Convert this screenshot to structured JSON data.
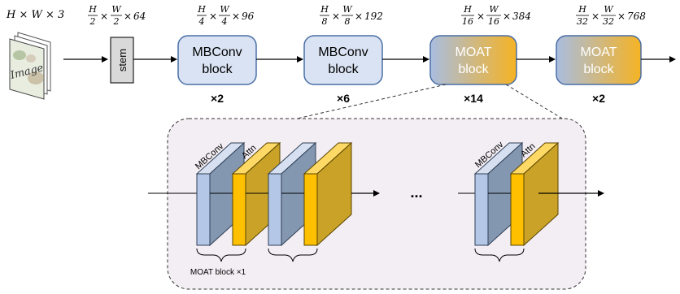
{
  "input": {
    "dims": "H × W × 3",
    "image_label": "Image"
  },
  "stages": [
    {
      "id": "stem",
      "label": "stem",
      "repeat": "",
      "dim": {
        "h": "H",
        "hden": "2",
        "w": "W",
        "wden": "2",
        "c": "64"
      }
    },
    {
      "id": "mbconv1",
      "label1": "MBConv",
      "label2": "block",
      "repeat": "×2",
      "dim": {
        "h": "H",
        "hden": "4",
        "w": "W",
        "wden": "4",
        "c": "96"
      }
    },
    {
      "id": "mbconv2",
      "label1": "MBConv",
      "label2": "block",
      "repeat": "×6",
      "dim": {
        "h": "H",
        "hden": "8",
        "w": "W",
        "wden": "8",
        "c": "192"
      }
    },
    {
      "id": "moat1",
      "label1": "MOAT",
      "label2": "block",
      "repeat": "×14",
      "dim": {
        "h": "H",
        "hden": "16",
        "w": "W",
        "wden": "16",
        "c": "384"
      }
    },
    {
      "id": "moat2",
      "label1": "MOAT",
      "label2": "block",
      "repeat": "×2",
      "dim": {
        "h": "H",
        "hden": "32",
        "w": "W",
        "wden": "32",
        "c": "768"
      }
    }
  ],
  "detail": {
    "mbconv_label": "MBConv",
    "attn_label": "Attn",
    "ellipsis": "...",
    "brace_caption": "MOAT block ×1"
  },
  "colors": {
    "mbconv_fill": "#dae3f3",
    "mbconv_stroke": "#4a6fa5",
    "moat_grad_start": "#a9bde0",
    "moat_grad_end": "#f5b324",
    "stem_fill": "#d9d9d9",
    "cube_blue_front": "#b4c7e7",
    "cube_blue_side": "#8497b0",
    "cube_blue_top": "#d6e0f0",
    "cube_gold_front": "#ffc000",
    "cube_gold_side": "#c9a227",
    "cube_gold_top": "#ffd966",
    "panel_fill": "#f3eef3"
  }
}
